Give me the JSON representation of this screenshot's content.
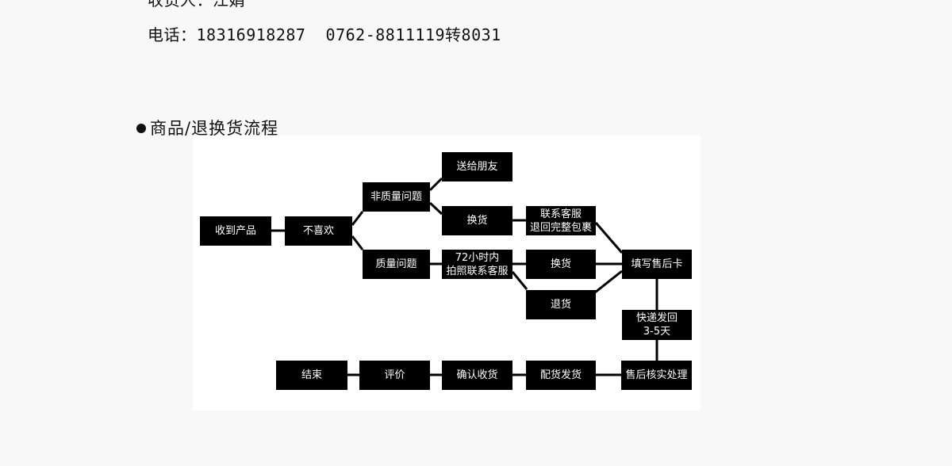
{
  "contact": {
    "receiver": "收货人：江娟",
    "phone": "电话：18316918287  0762-8811119转8031"
  },
  "section": {
    "heading": "商品/退换货流程"
  },
  "flow": {
    "received": "收到产品",
    "dislike": "不喜欢",
    "non_quality": "非质量问题",
    "quality": "质量问题",
    "gift_friend": "送给朋友",
    "exchange_a": "换货",
    "contact_cs_line1": "联系客服",
    "contact_cs_line2": "退回完整包裹",
    "within72_line1": "72小时内",
    "within72_line2": "拍照联系客服",
    "exchange_b": "换货",
    "refund": "退货",
    "fill_card": "填写售后卡",
    "express_line1": "快递发回",
    "express_line2": "3-5天",
    "verify": "售后核实处理",
    "dispatch": "配货发货",
    "confirm": "确认收货",
    "review": "评价",
    "end": "结束"
  }
}
